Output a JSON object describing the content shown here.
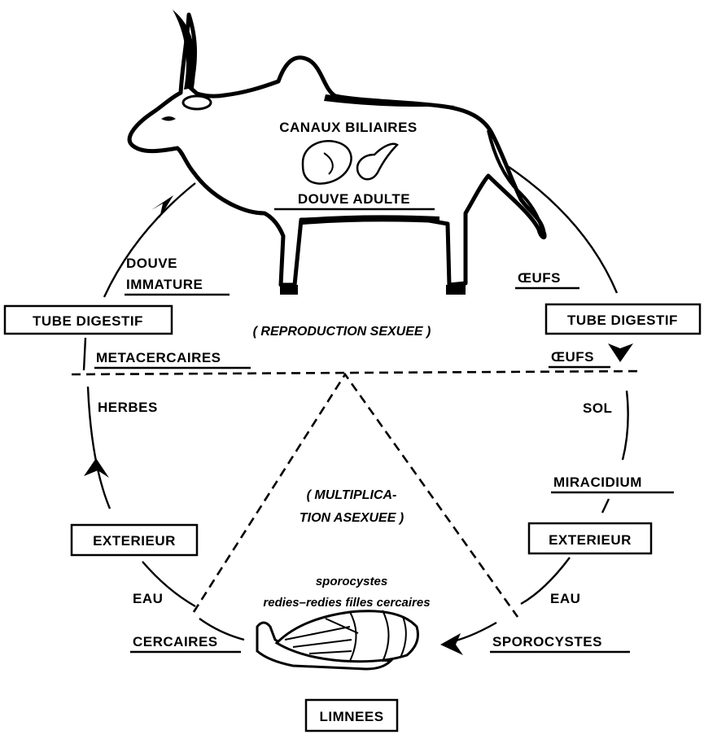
{
  "labels": {
    "canaux_biliaires": "CANAUX   BILIAIRES",
    "douve_adulte": "DOUVE  ADULTE",
    "douve": "DOUVE",
    "immature": "IMMATURE",
    "oeufs_top": "ŒUFS",
    "tube_digestif_left": "TUBE  DIGESTIF",
    "tube_digestif_right": "TUBE  DIGESTIF",
    "reproduction": "( REPRODUCTION SEXUEE )",
    "metacercaires": "METACERCAIRES",
    "oeufs_right": "ŒUFS",
    "herbes": "HERBES",
    "sol": "SOL",
    "multiplication_1": "( MULTIPLICA-",
    "multiplication_2": "TION  ASEXUEE )",
    "miracidium": "MIRACIDIUM",
    "exterieur_left": "EXTERIEUR",
    "exterieur_right": "EXTERIEUR",
    "eau_left": "EAU",
    "eau_right": "EAU",
    "sporocystes_small": "sporocystes",
    "stages_small": "redies–redies  filles   cercaires",
    "cercaires": "CERCAIRES",
    "sporocystes": "SPOROCYSTES",
    "limnees": "LIMNEES"
  },
  "colors": {
    "ink": "#000000",
    "paper": "#ffffff"
  },
  "icons": [
    "cow-illustration",
    "liver-icon",
    "fluke-icon",
    "snail-illustration"
  ]
}
